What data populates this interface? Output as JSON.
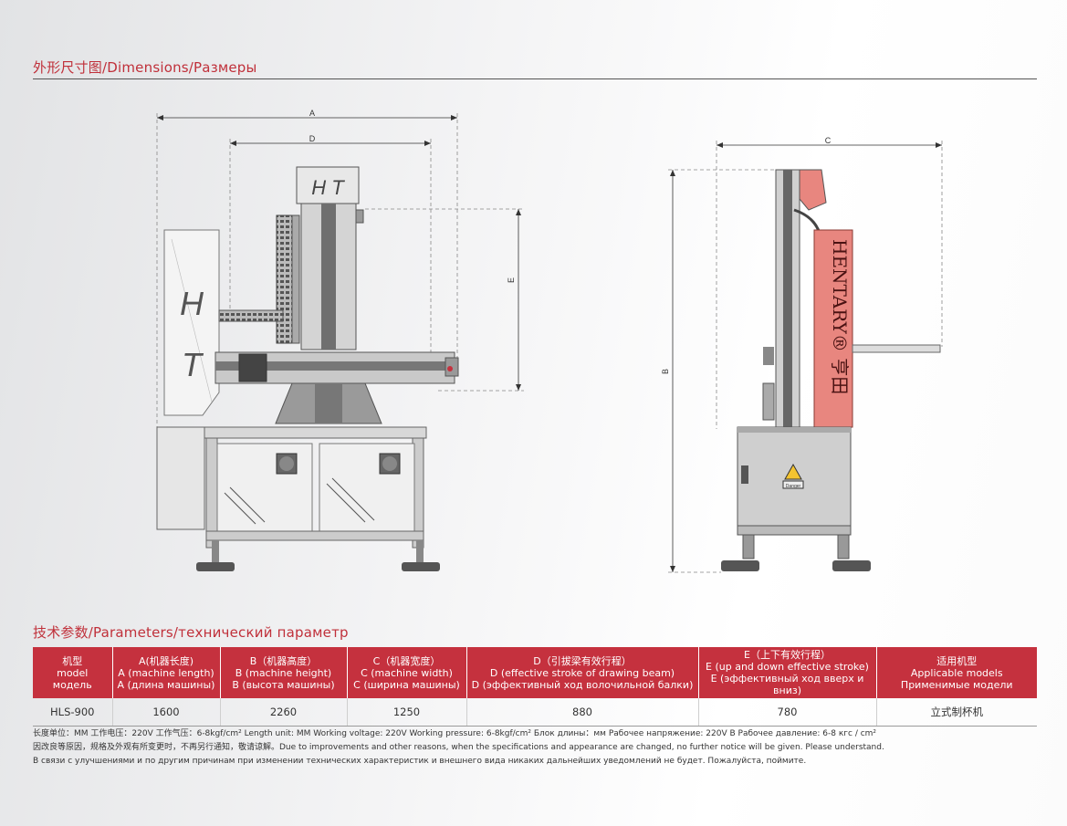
{
  "sections": {
    "dimensions_title": "外形尺寸图/Dimensions/Размеры",
    "params_title": "技术参数/Parameters/технический параметр"
  },
  "drawing": {
    "labels": {
      "A": "A",
      "B": "B",
      "C": "C",
      "D": "D",
      "E": "E"
    },
    "front_plate_text": "H T",
    "side_plate_letter_h": "H",
    "side_plate_letter_t": "T",
    "brand_text": "HENTARY® 亨田",
    "warning_plate_text": "Danger"
  },
  "table": {
    "headers": [
      [
        "机型",
        "model",
        "модель"
      ],
      [
        "A(机器长度)",
        "A (machine length)",
        "A (длина машины)"
      ],
      [
        "B（机器高度）",
        "B (machine height)",
        "B (высота машины)"
      ],
      [
        "C（机器宽度）",
        "C (machine width)",
        "C (ширина машины)"
      ],
      [
        "D（引拔梁有效行程）",
        "D (effective stroke of drawing beam)",
        "D (эффективный ход волочильной балки)"
      ],
      [
        "E（上下有效行程）",
        "E (up and down effective stroke)",
        "E (эффективный ход вверх и вниз)"
      ],
      [
        "适用机型",
        "Applicable models",
        "Применимые модели"
      ]
    ],
    "row": [
      "HLS-900",
      "1600",
      "2260",
      "1250",
      "880",
      "780",
      "立式制杯机"
    ]
  },
  "notes": [
    "长度单位：MM    工作电压：220V   工作气压：6-8kgf/cm²    Length unit: MM Working voltage: 220V Working pressure: 6-8kgf/cm²     Блок длины：мм Рабочее напряжение: 220V В Рабочее давление: 6-8 кгс / cm²",
    "因改良等原因，规格及外观有所变更时，不再另行通知，敬请谅解。Due to improvements and other reasons, when the specifications and appearance are changed, no further notice will be given. Please understand.",
    "В связи с улучшениями и по другим причинам при изменении технических характеристик и внешнего вида никаких дальнейших уведомлений не будет. Пожалуйста, поймите."
  ],
  "colors": {
    "accent": "#c5313e",
    "brand_panel": "#e8867f",
    "machine_grey": "#cfcfcf"
  }
}
